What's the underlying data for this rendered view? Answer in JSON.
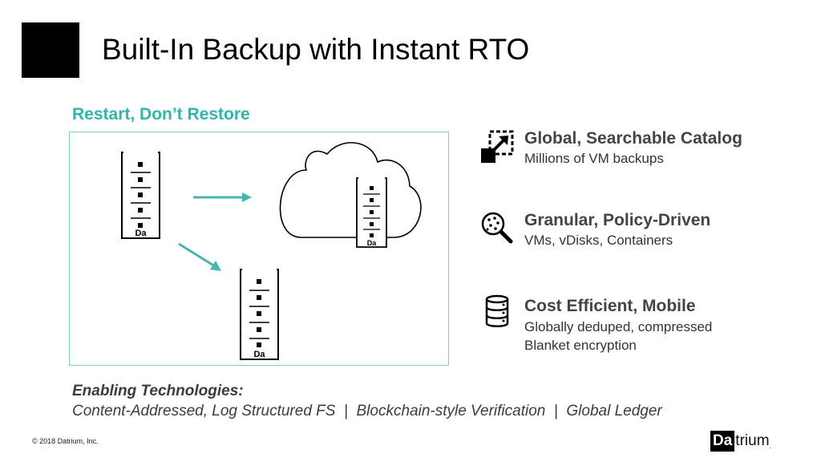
{
  "slide": {
    "title": "Built-In Backup with Instant RTO",
    "subtitle": "Restart, Don’t Restore"
  },
  "diagram": {
    "appliance_label": "Da",
    "arrow_color": "#46b7ae",
    "frame_color": "#7dcfc9"
  },
  "features": [
    {
      "icon": "expand-arrow-icon",
      "title": "Global, Searchable Catalog",
      "lines": [
        "Millions of VM backups"
      ]
    },
    {
      "icon": "magnifier-icon",
      "title": "Granular, Policy-Driven",
      "lines": [
        "VMs, vDisks, Containers"
      ]
    },
    {
      "icon": "database-icon",
      "title": "Cost Efficient, Mobile",
      "lines": [
        "Globally deduped, compressed",
        "Blanket encryption"
      ]
    }
  ],
  "enabling": {
    "heading": "Enabling Technologies:",
    "list": "Content-Addressed, Log Structured FS  |  Blockchain-style Verification  |  Global Ledger"
  },
  "footer": {
    "copyright": "© 2018 Datrium, Inc.",
    "brand_box": "Da",
    "brand_rest": "trium",
    "brand_mark": "."
  },
  "colors": {
    "accent": "#2fb5ab",
    "text": "#444444"
  }
}
